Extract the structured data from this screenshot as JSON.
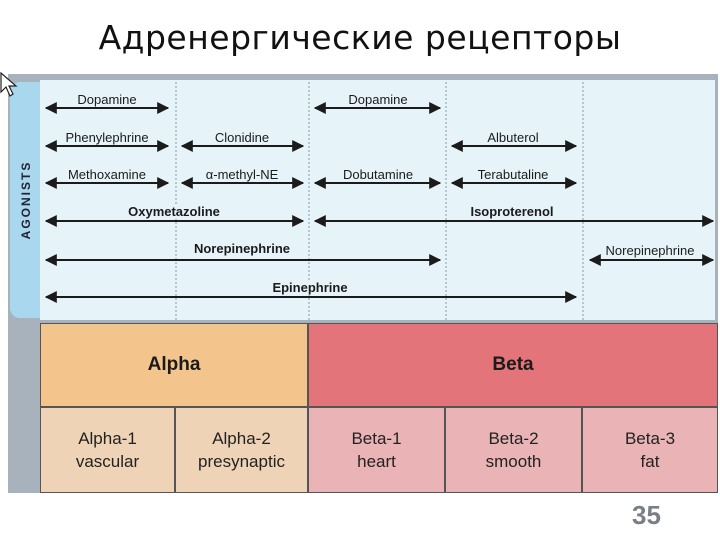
{
  "title": "Адренергические рецепторы",
  "side_label": "AGONISTS",
  "drugs": {
    "dopamine_alpha": "Dopamine",
    "dopamine_beta": "Dopamine",
    "phenylephrine": "Phenylephrine",
    "clonidine": "Clonidine",
    "albuterol": "Albuterol",
    "methoxamine": "Methoxamine",
    "alpha_methyl_ne": "α-methyl-NE",
    "dobutamine": "Dobutamine",
    "terabutaline": "Terabutaline",
    "oxymetazoline": "Oxymetazoline",
    "isoproterenol": "Isoproterenol",
    "norepinephrine_left": "Norepinephrine",
    "norepinephrine_right": "Norepinephrine",
    "epinephrine": "Epinephrine"
  },
  "receptors": {
    "alpha": "Alpha",
    "beta": "Beta",
    "alpha1": {
      "name": "Alpha-1",
      "site": "vascular"
    },
    "alpha2": {
      "name": "Alpha-2",
      "site": "presynaptic"
    },
    "beta1": {
      "name": "Beta-1",
      "site": "heart"
    },
    "beta2": {
      "name": "Beta-2",
      "site": "smooth"
    },
    "beta3": {
      "name": "Beta-3",
      "site": "fat"
    }
  },
  "page_number": "35",
  "colors": {
    "agonist_bg": "#e6f4fa",
    "agonist_tab": "#a9d8ee",
    "alpha": "#f3c58c",
    "beta": "#e3757a",
    "alpha_sub": "#efd3b6",
    "beta_sub": "#eab3b6"
  }
}
